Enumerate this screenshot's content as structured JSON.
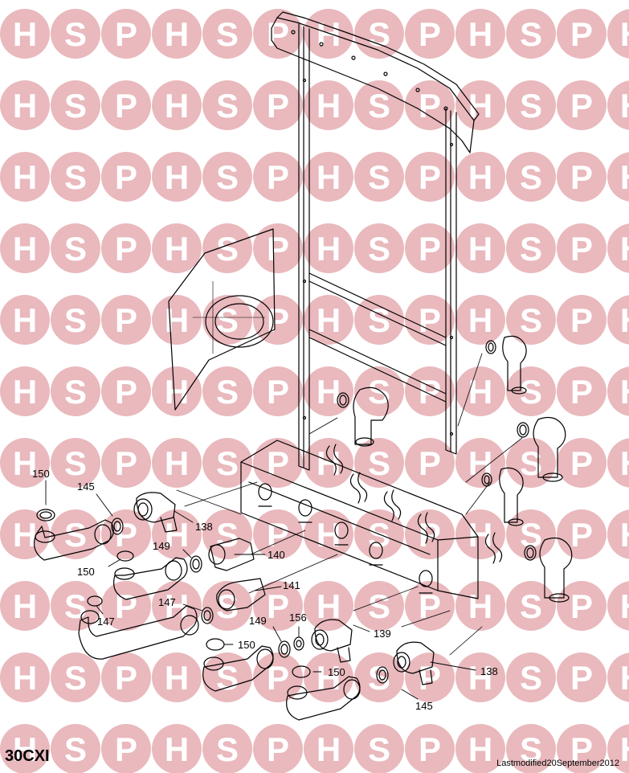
{
  "watermark": {
    "letters": [
      "H",
      "S",
      "P"
    ],
    "color": "#e9b9bd",
    "letter_color": "#ffffff"
  },
  "part_labels": [
    {
      "id": "150",
      "text": "150"
    },
    {
      "id": "145a",
      "text": "145"
    },
    {
      "id": "138a",
      "text": "138"
    },
    {
      "id": "149a",
      "text": "149"
    },
    {
      "id": "140",
      "text": "140"
    },
    {
      "id": "150b",
      "text": "150"
    },
    {
      "id": "141",
      "text": "141"
    },
    {
      "id": "147a",
      "text": "147"
    },
    {
      "id": "147b",
      "text": "147"
    },
    {
      "id": "149b",
      "text": "149"
    },
    {
      "id": "156",
      "text": "156"
    },
    {
      "id": "139",
      "text": "139"
    },
    {
      "id": "150c",
      "text": "150"
    },
    {
      "id": "150d",
      "text": "150"
    },
    {
      "id": "138b",
      "text": "138"
    },
    {
      "id": "145b",
      "text": "145"
    }
  ],
  "footer": {
    "model": "30CXI",
    "last_modified": "Lastmodified20September2012"
  }
}
